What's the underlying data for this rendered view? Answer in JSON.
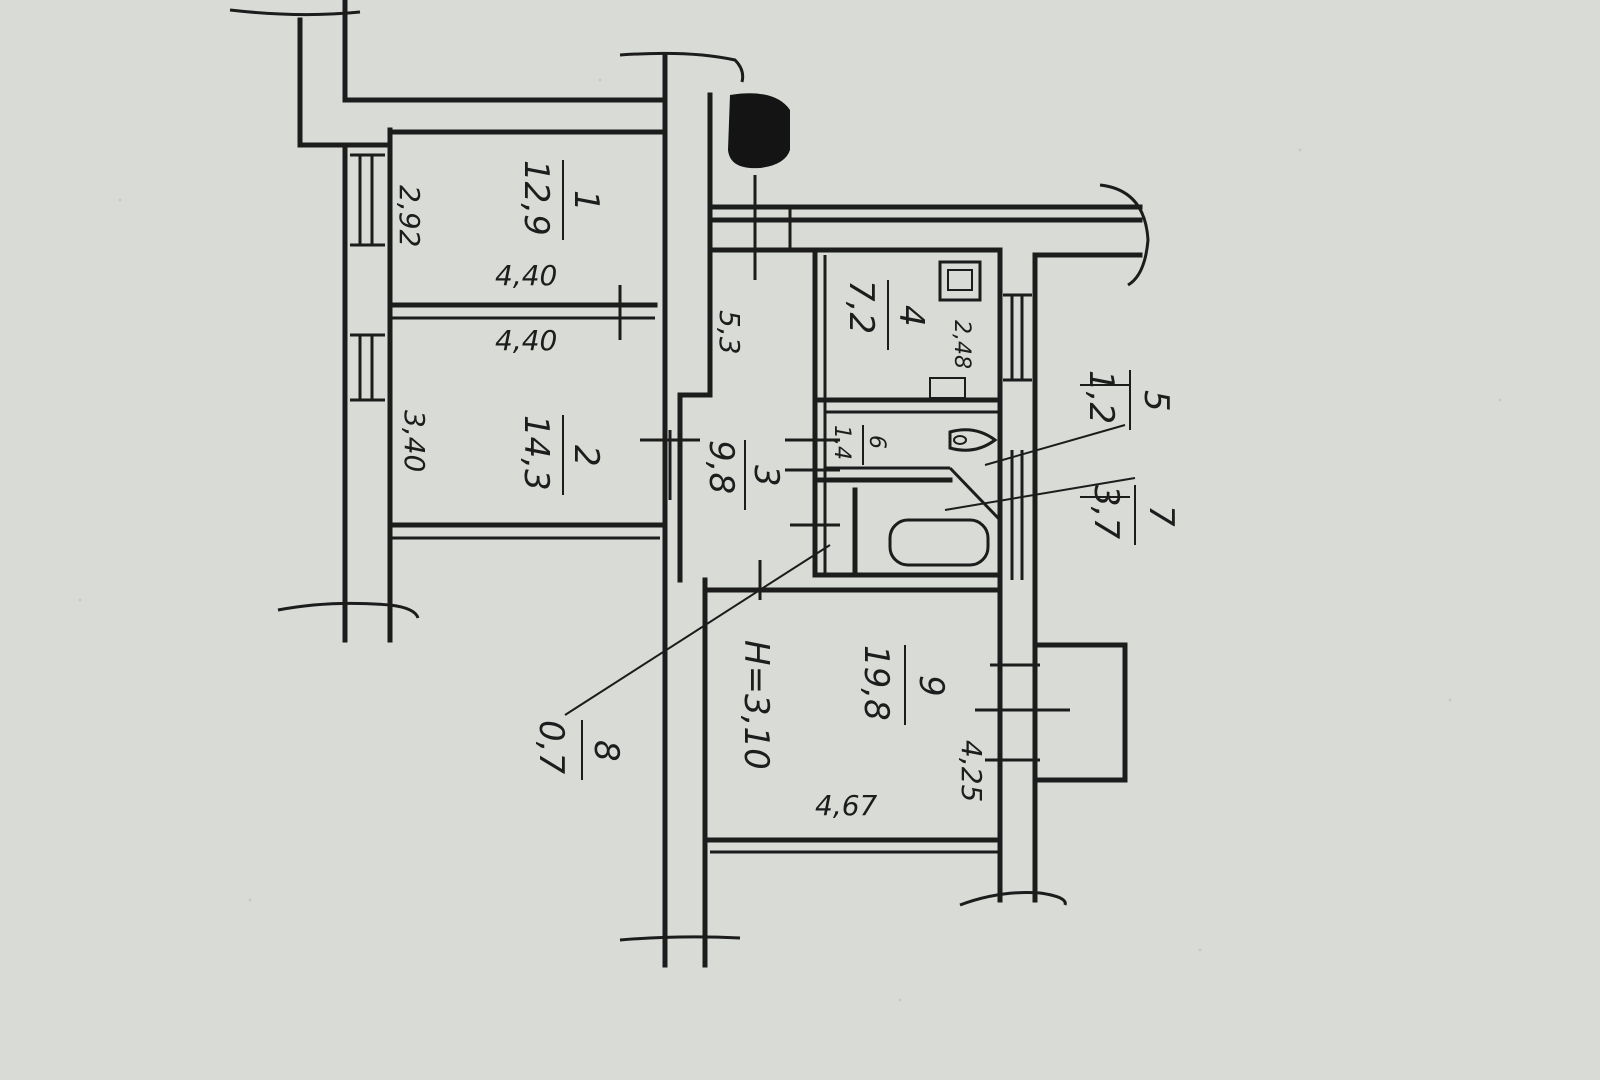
{
  "rooms": [
    {
      "number": "1",
      "area": "12,9"
    },
    {
      "number": "2",
      "area": "14,3"
    },
    {
      "number": "3",
      "area": "9,8"
    },
    {
      "number": "4",
      "area": "7,2"
    },
    {
      "number": "5",
      "area": "1,2"
    },
    {
      "number": "6",
      "area": "1,4"
    },
    {
      "number": "7",
      "area": "3,7"
    },
    {
      "number": "8",
      "area": "0,7"
    },
    {
      "number": "9",
      "area": "19,8"
    }
  ],
  "dimensions": {
    "room1_width": "2,92",
    "room1_length": "4,40",
    "room2_length": "4,40",
    "room2_width": "3,40",
    "corridor_length": "5,3",
    "room4_width": "2,48",
    "room9_height_note": "H=3,10",
    "room9_length": "4,67",
    "room9_width": "4,25"
  },
  "colors": {
    "paper": "#d9dbd7",
    "ink": "#1c1c1c"
  }
}
